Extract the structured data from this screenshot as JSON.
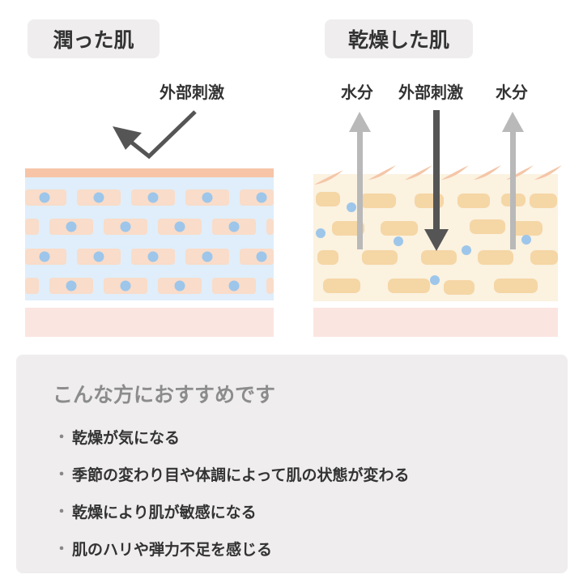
{
  "left_panel": {
    "title": "潤った肌",
    "stimulus_label": "外部刺激",
    "colors": {
      "surface": "#f7c4a8",
      "water": "#dfeefa",
      "cell": "#f9dcc9",
      "nucleus": "#9dc6ea",
      "base": "#fbe5e1"
    }
  },
  "right_panel": {
    "title": "乾燥した肌",
    "labels": {
      "water_left": "水分",
      "stimulus": "外部刺激",
      "water_right": "水分"
    },
    "colors": {
      "cell": "#f5d6a5",
      "bg": "#fbf2e0",
      "base": "#fbe5e1",
      "arrow_out": "#b9b9b9",
      "arrow_in": "#555555"
    }
  },
  "recommend": {
    "title": "こんな方におすすめです",
    "bullet": "・",
    "items": [
      "乾燥が気になる",
      "季節の変わり目や体調によって肌の状態が変わる",
      "乾燥により肌が敏感になる",
      "肌のハリや弾力不足を感じる"
    ]
  }
}
